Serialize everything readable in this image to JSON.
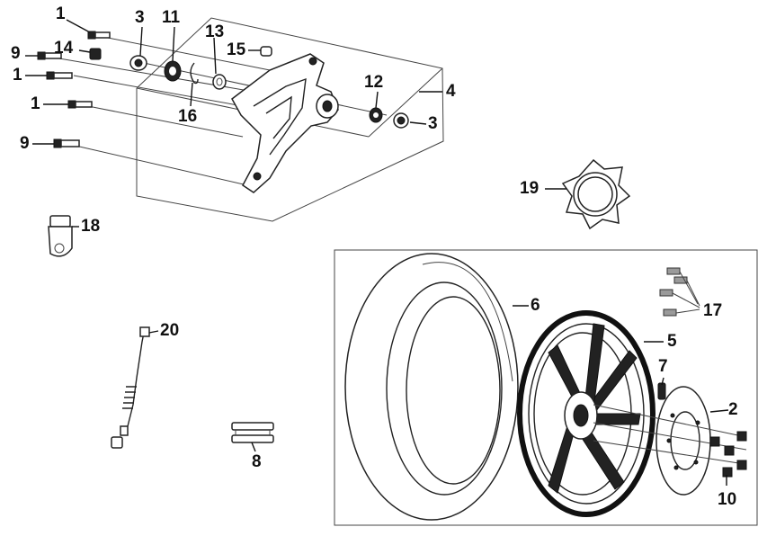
{
  "callouts": {
    "c1a": "1",
    "c1b": "1",
    "c1c": "1",
    "c2": "2",
    "c3a": "3",
    "c3b": "3",
    "c4": "4",
    "c5": "5",
    "c6": "6",
    "c7": "7",
    "c8": "8",
    "c9a": "9",
    "c9b": "9",
    "c10": "10",
    "c11": "11",
    "c12": "12",
    "c13": "13",
    "c14": "14",
    "c15": "15",
    "c16": "16",
    "c17": "17",
    "c18": "18",
    "c19": "19",
    "c20": "20"
  }
}
